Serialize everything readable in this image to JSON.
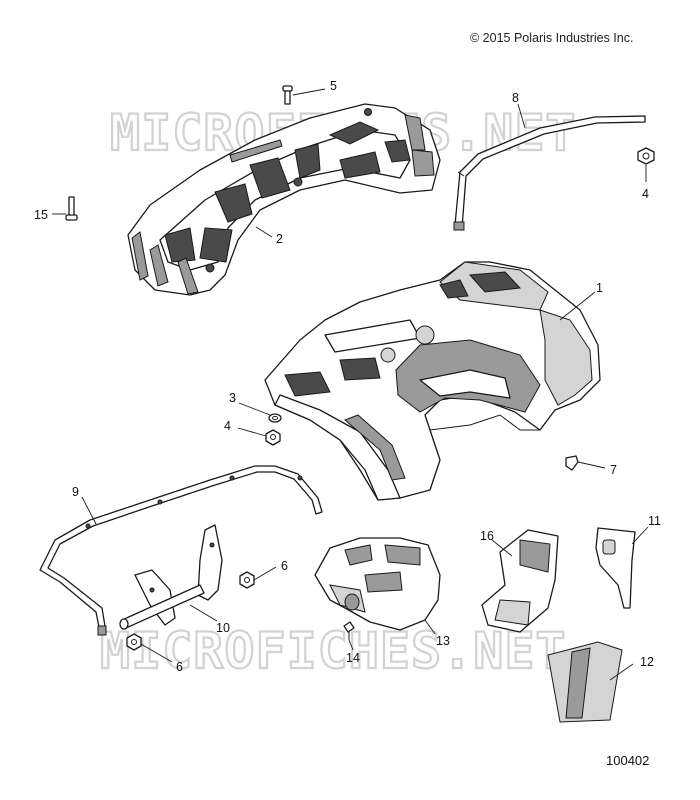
{
  "copyright": "© 2015 Polaris Industries Inc.",
  "document_number": "100402",
  "watermark": "MICROFICHES.NET",
  "callouts": [
    "1",
    "2",
    "3",
    "4",
    "4",
    "5",
    "6",
    "6",
    "7",
    "8",
    "9",
    "10",
    "11",
    "12",
    "13",
    "14",
    "15",
    "16"
  ]
}
